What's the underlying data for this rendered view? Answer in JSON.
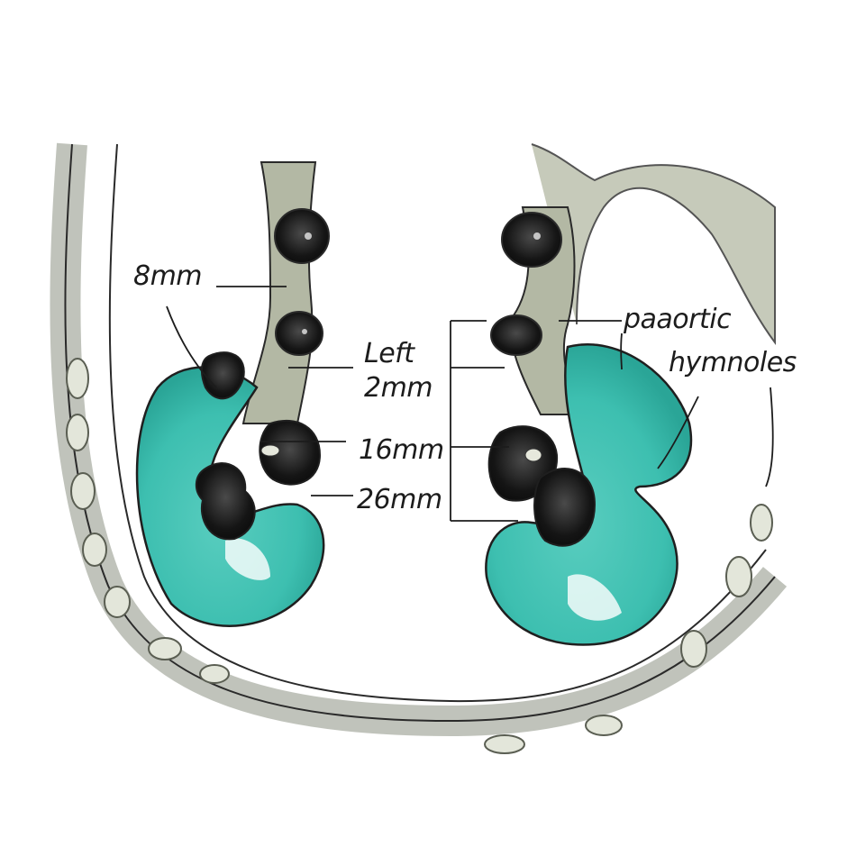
{
  "labels": {
    "left_top": "8mm",
    "center_left_1": "Left",
    "center_left_2": "2mm",
    "center_16": "16mm",
    "center_26": "26mm",
    "right_top": "paaortic",
    "right_second": "hymnoles"
  },
  "colors": {
    "kidney_fill": "#3dbfb0",
    "kidney_dark": "#1e8d82",
    "tissue_gray": "#a9ae9c",
    "cavity_black": "#1a1a1a",
    "ink": "#1c1c1c"
  }
}
